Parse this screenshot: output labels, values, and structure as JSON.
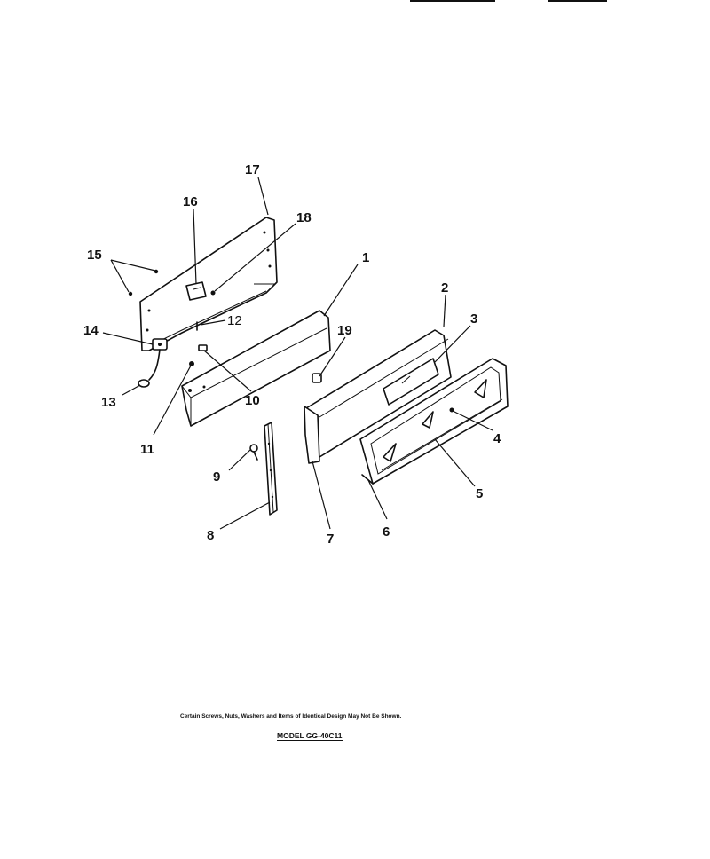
{
  "callouts": {
    "c1": "1",
    "c2": "2",
    "c3": "3",
    "c4": "4",
    "c5": "5",
    "c6": "6",
    "c7": "7",
    "c8": "8",
    "c9": "9",
    "c10": "10",
    "c11": "11",
    "c12": "12",
    "c13": "13",
    "c14": "14",
    "c15": "15",
    "c16": "16",
    "c17": "17",
    "c18": "18",
    "c19": "19"
  },
  "footnote": "Certain Screws, Nuts, Washers and Items of Identical Design May Not Be Shown.",
  "model_label": "MODEL GG-40C11"
}
